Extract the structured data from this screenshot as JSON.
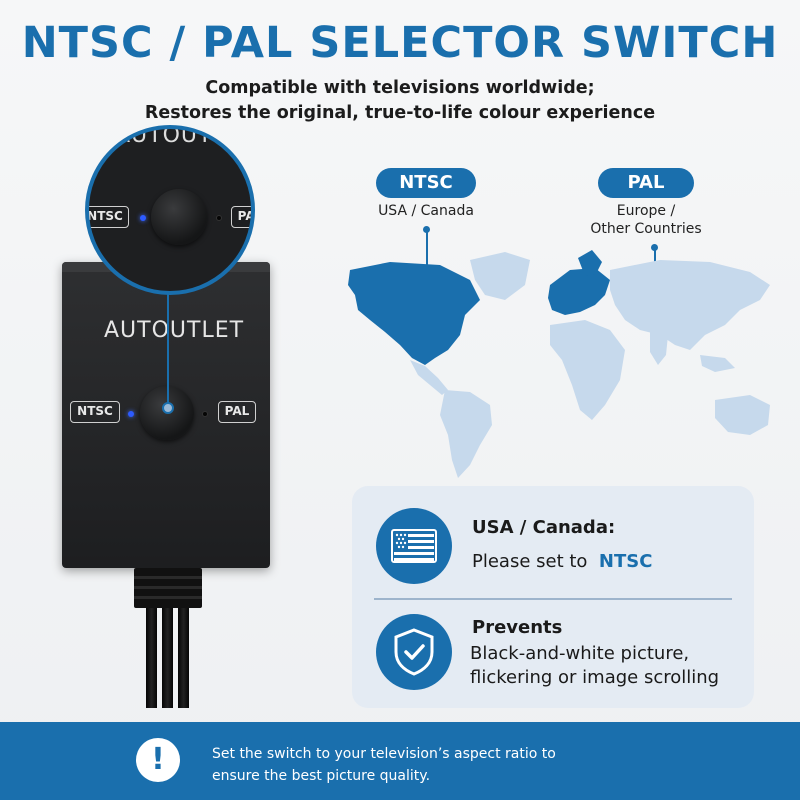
{
  "header": {
    "title": "NTSC / PAL SELECTOR SWITCH",
    "subtitle_line1": "Compatible with televisions worldwide;",
    "subtitle_line2": "Restores the original, true-to-life colour experience"
  },
  "device": {
    "brand": "AUTOUTLET",
    "brand_zoom": "AUTOUTLET",
    "left_tag": "NTSC",
    "right_tag": "PAL",
    "active_mode": "NTSC",
    "led_active_color": "#2d5bff"
  },
  "map": {
    "ntsc_label": "NTSC",
    "ntsc_region": "USA / Canada",
    "pal_label": "PAL",
    "pal_region_line1": "Europe /",
    "pal_region_line2": "Other Countries",
    "highlight_color": "#1a6fad",
    "land_color": "#c6d9ec"
  },
  "info_card": {
    "flag_icon": "us-flag-icon",
    "row1_heading": "USA / Canada:",
    "row1_text": "Please set to",
    "row1_value": "NTSC",
    "shield_icon": "shield-check-icon",
    "row2_heading": "Prevents",
    "row2_line1": "Black-and-white picture,",
    "row2_line2": "flickering or image scrolling"
  },
  "footer": {
    "icon": "exclamation-icon",
    "line1": "Set the switch to your television’s aspect ratio to",
    "line2": "ensure the best picture quality."
  },
  "colors": {
    "brand_blue": "#1a6fad",
    "card_bg": "#e4ebf3"
  }
}
